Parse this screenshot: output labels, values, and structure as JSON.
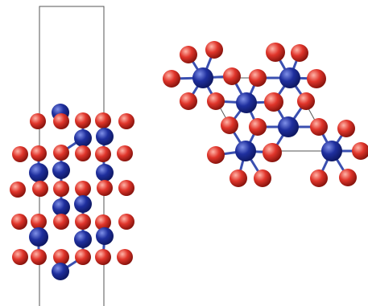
{
  "scene": {
    "views": [
      "side-view",
      "top-view"
    ],
    "colors": {
      "background": "#ffffff",
      "cell_line": "#555555",
      "bond_blue": "#3a4fb0",
      "bond_red": "#c0392b",
      "blue_atom_base": "#1f2f9e",
      "blue_atom_light": "#7f90e8",
      "blue_atom_dark": "#0b145a",
      "red_atom_base": "#e0352b",
      "red_atom_light": "#ffb4a8",
      "red_atom_dark": "#7a0e08"
    },
    "atom_species": [
      {
        "id": "blue-atom",
        "color_key": "blue_atom_base"
      },
      {
        "id": "red-atom",
        "color_key": "red_atom_base"
      }
    ]
  }
}
